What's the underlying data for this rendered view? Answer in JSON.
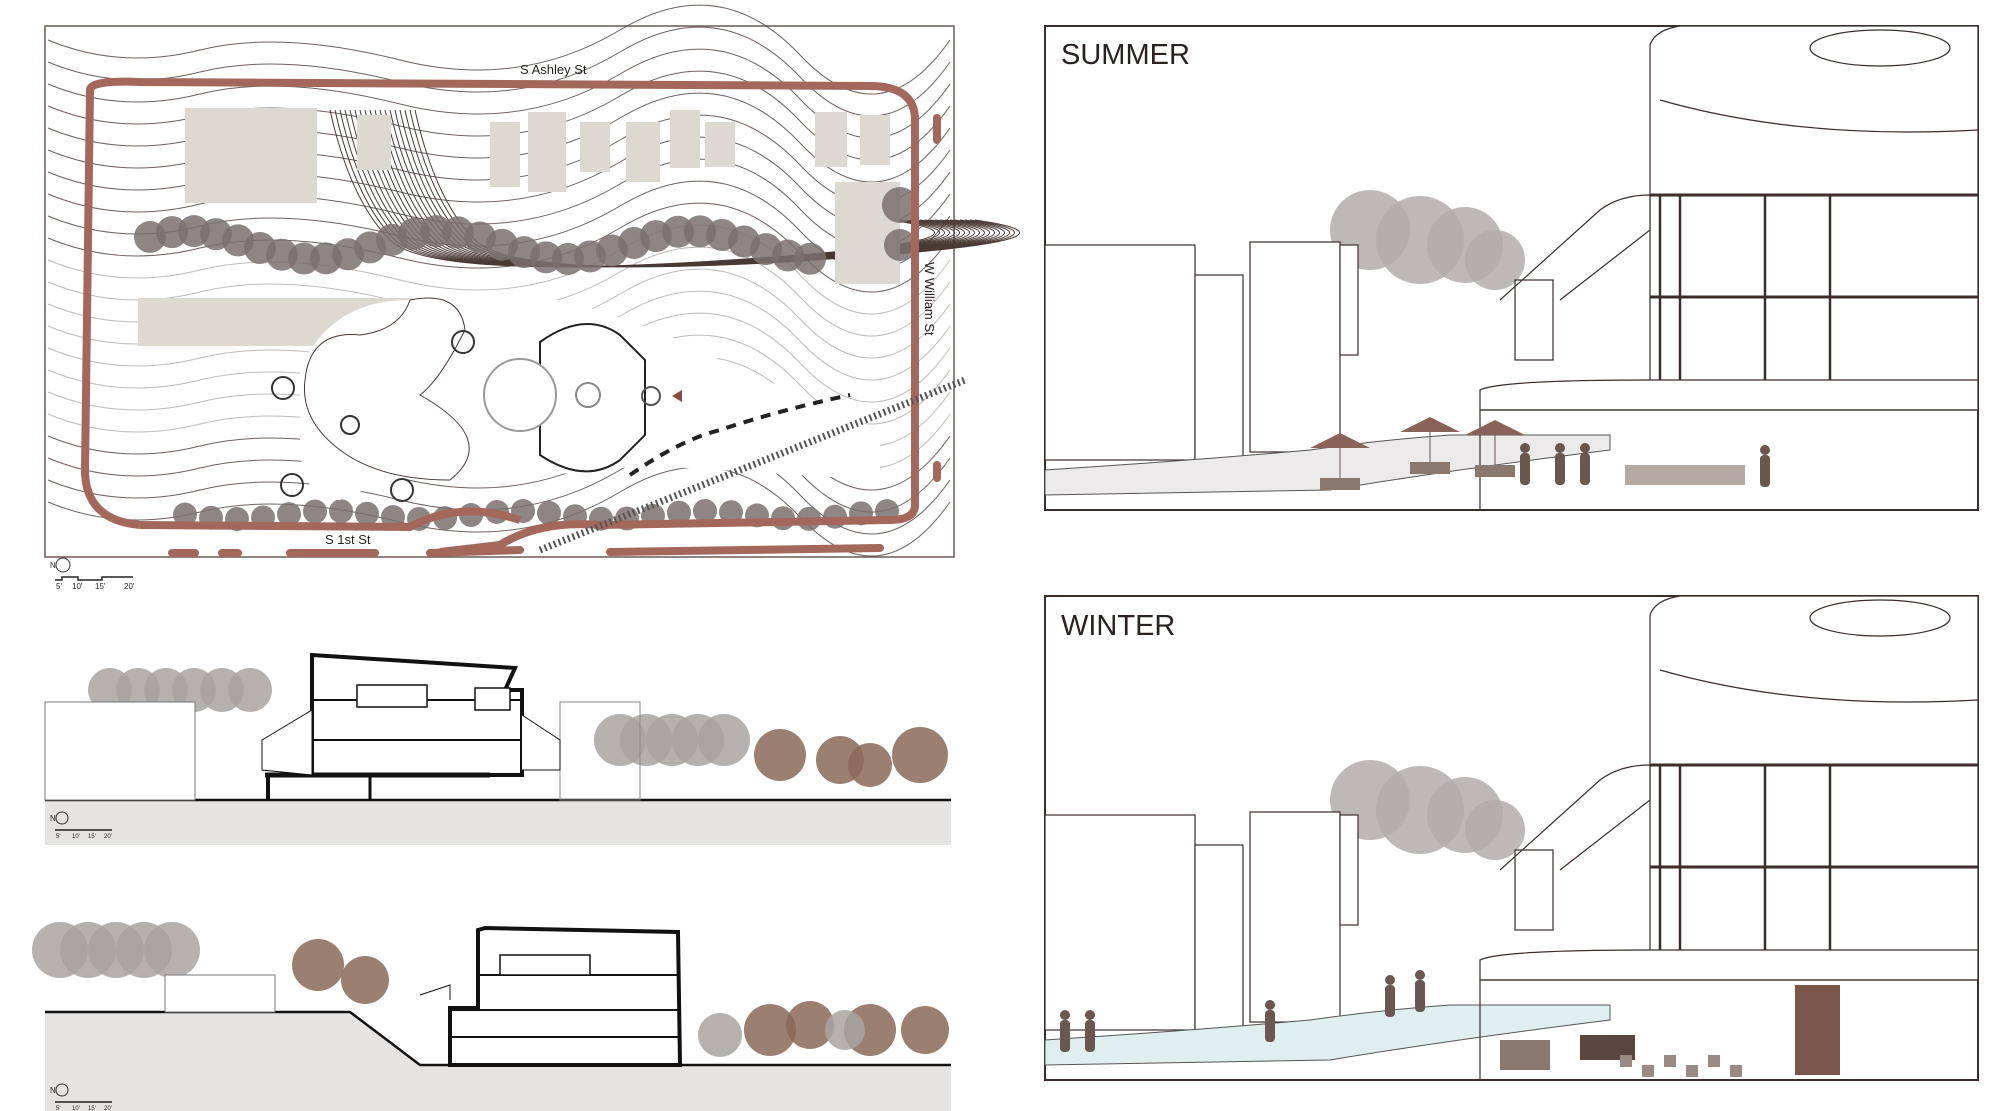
{
  "site_plan": {
    "streets": {
      "north": "S Ashley St",
      "south": "S 1st St",
      "east": "W William St"
    },
    "north_label": "N",
    "scale_labels": [
      "5'",
      "10'",
      "15'",
      "20'"
    ]
  },
  "section_1": {
    "north_label": "N",
    "scale_labels": [
      "5'",
      "10'",
      "15'",
      "20'"
    ]
  },
  "section_2": {
    "north_label": "N",
    "scale_labels": [
      "5'",
      "10'",
      "15'",
      "20'"
    ]
  },
  "summer": {
    "title": "SUMMER"
  },
  "winter": {
    "title": "WINTER"
  },
  "colors": {
    "path": "#a4675c",
    "line": "#4a3a35",
    "building_fill": "#ddd8d2",
    "tree_gray": "#a8a3a1",
    "tree_brown": "#8a6a58",
    "ground": "#e6e4e2",
    "ice": "#dfeeee"
  }
}
